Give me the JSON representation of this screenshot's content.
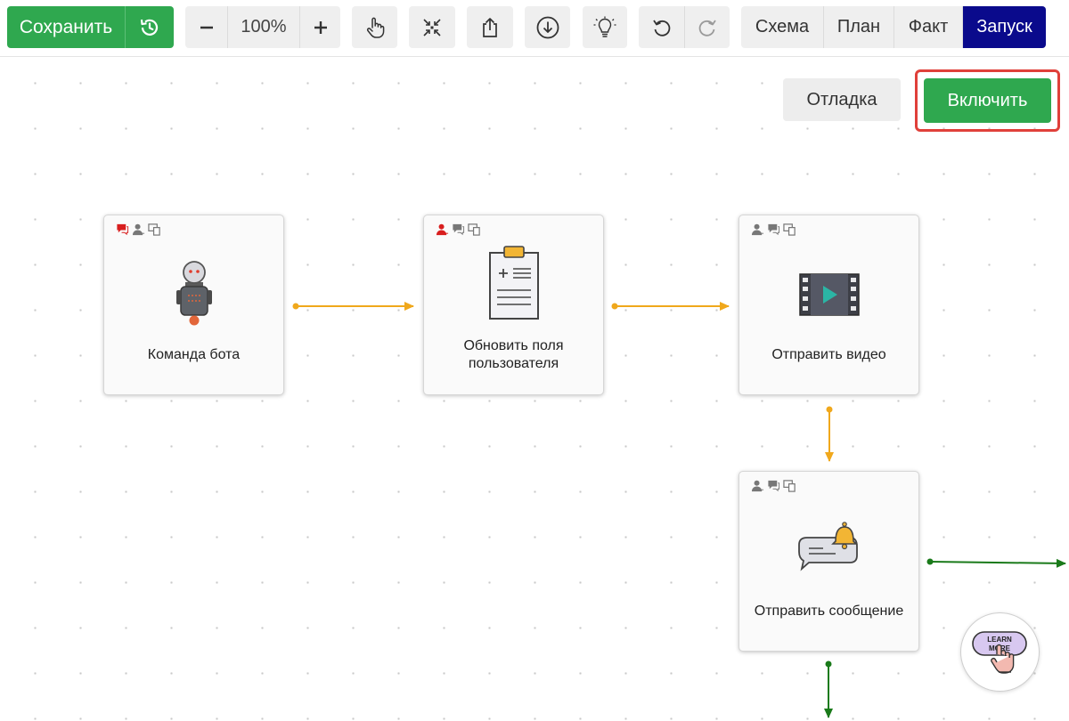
{
  "toolbar": {
    "save_label": "Сохранить",
    "zoom_value": "100%",
    "modes": [
      {
        "label": "Схема",
        "active": false
      },
      {
        "label": "План",
        "active": false
      },
      {
        "label": "Факт",
        "active": false
      },
      {
        "label": "Запуск",
        "active": true
      }
    ]
  },
  "actions": {
    "debug_label": "Отладка",
    "enable_label": "Включить"
  },
  "nodes": [
    {
      "label": "Команда бота",
      "icon": "robot-icon"
    },
    {
      "label_line1": "Обновить поля",
      "label_line2": "пользователя",
      "icon": "clipboard-icon"
    },
    {
      "label": "Отправить видео",
      "icon": "video-icon"
    },
    {
      "label": "Отправить сообщение",
      "icon": "message-bell-icon"
    }
  ],
  "learn_more": {
    "line1": "LEARN",
    "line2": "MORE"
  },
  "colors": {
    "accent_green": "#2fa84f",
    "active_mode": "#0a0a8c",
    "wire_orange": "#f0a81c",
    "wire_green": "#1a7a1a",
    "highlight_red": "#e0403a"
  }
}
